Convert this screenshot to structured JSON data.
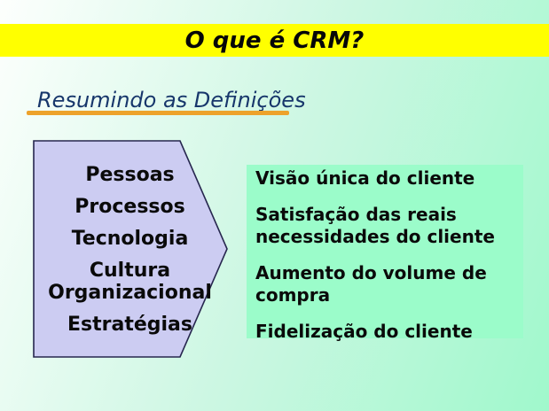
{
  "slide": {
    "title": "O que é CRM?",
    "subtitle": "Resumindo as Definições"
  },
  "arrow": {
    "items": [
      "Pessoas",
      "Processos",
      "Tecnologia",
      "Cultura\nOrganizacional",
      "Estratégias"
    ]
  },
  "benefits": {
    "items": [
      "Visão única do cliente",
      "Satisfação das reais\nnecessidades do cliente",
      "Aumento do volume de\ncompra",
      "Fidelização do cliente"
    ]
  },
  "colors": {
    "title_band": "#ffff00",
    "title_text": "#060608",
    "subtitle_text": "#17366b",
    "underline": "#eda22b",
    "arrow_fill": "#ccccf2",
    "arrow_border": "#26264e",
    "benefits_box_fill": "#9bfcca",
    "background_start": "#fdfffd",
    "background_end": "#a0f8cc"
  }
}
